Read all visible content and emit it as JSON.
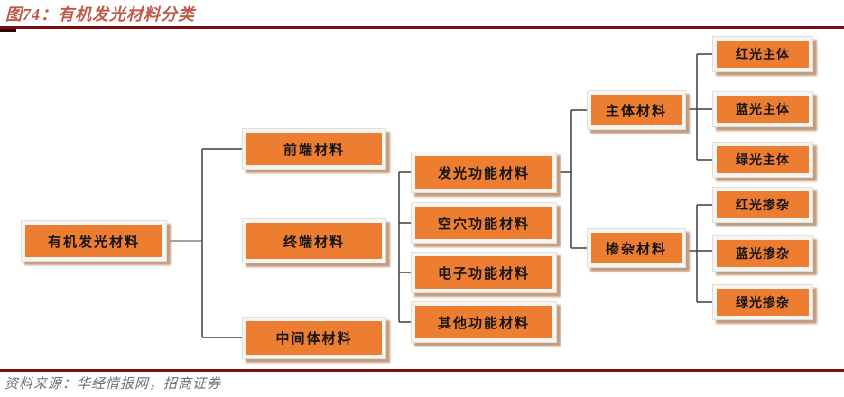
{
  "figure": {
    "title": "图74：有机发光材料分类",
    "source": "资料来源：华经情报网，招商证券"
  },
  "colors": {
    "node_orange": "#ED7D31",
    "node_shadow_tan": "#C49C7E",
    "title_red": "#BF5A49",
    "rule_maroon": "#7A0D0D",
    "connector_dark": "#3F3F3F",
    "connector_gray": "#868686",
    "source_gray": "#6E6E6E"
  },
  "tree": {
    "root": {
      "label": "有机发光材料"
    },
    "level2": [
      {
        "label": "前端材料"
      },
      {
        "label": "终端材料"
      },
      {
        "label": "中间体材料"
      }
    ],
    "level3": [
      {
        "label": "发光功能材料"
      },
      {
        "label": "空穴功能材料"
      },
      {
        "label": "电子功能材料"
      },
      {
        "label": "其他功能材料"
      }
    ],
    "level4": [
      {
        "label": "主体材料"
      },
      {
        "label": "掺杂材料"
      }
    ],
    "level5_host": [
      {
        "label": "红光主体"
      },
      {
        "label": "蓝光主体"
      },
      {
        "label": "绿光主体"
      }
    ],
    "level5_dopant": [
      {
        "label": "红光掺杂"
      },
      {
        "label": "蓝光掺杂"
      },
      {
        "label": "绿光掺杂"
      }
    ]
  }
}
